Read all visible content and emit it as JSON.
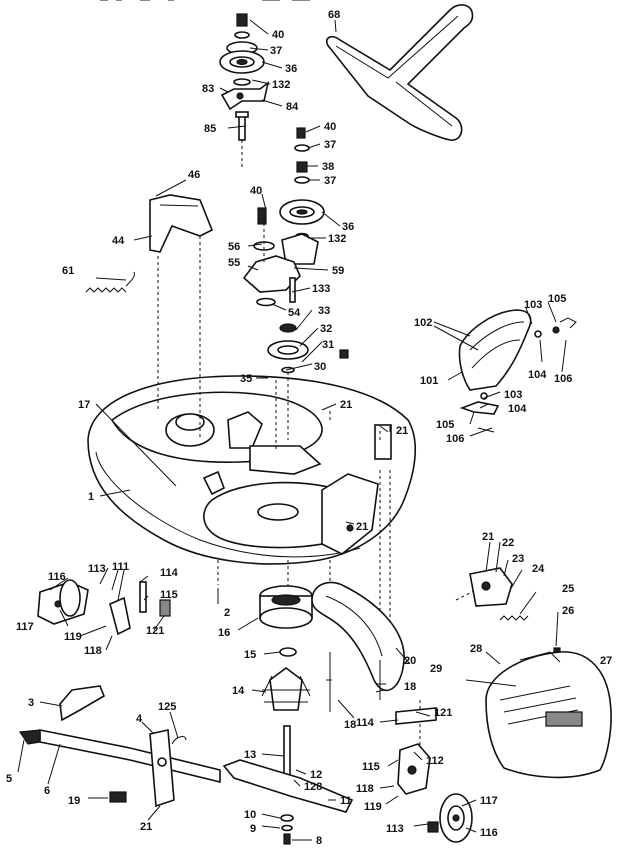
{
  "callouts": [
    {
      "id": "c40a",
      "text": "40"
    },
    {
      "id": "c37a",
      "text": "37"
    },
    {
      "id": "c36a",
      "text": "36"
    },
    {
      "id": "c132a",
      "text": "132"
    },
    {
      "id": "c83",
      "text": "83"
    },
    {
      "id": "c84",
      "text": "84"
    },
    {
      "id": "c85",
      "text": "85"
    },
    {
      "id": "c68",
      "text": "68"
    },
    {
      "id": "c40b",
      "text": "40"
    },
    {
      "id": "c37b",
      "text": "37"
    },
    {
      "id": "c38",
      "text": "38"
    },
    {
      "id": "c37c",
      "text": "37"
    },
    {
      "id": "c36b",
      "text": "36"
    },
    {
      "id": "c132b",
      "text": "132"
    },
    {
      "id": "c40c",
      "text": "40"
    },
    {
      "id": "c46",
      "text": "46"
    },
    {
      "id": "c44",
      "text": "44"
    },
    {
      "id": "c56",
      "text": "56"
    },
    {
      "id": "c55",
      "text": "55"
    },
    {
      "id": "c59",
      "text": "59"
    },
    {
      "id": "c133",
      "text": "133"
    },
    {
      "id": "c54",
      "text": "54"
    },
    {
      "id": "c33",
      "text": "33"
    },
    {
      "id": "c32",
      "text": "32"
    },
    {
      "id": "c31",
      "text": "31"
    },
    {
      "id": "c30",
      "text": "30"
    },
    {
      "id": "c35",
      "text": "35"
    },
    {
      "id": "c61",
      "text": "61"
    },
    {
      "id": "c102",
      "text": "102"
    },
    {
      "id": "c103a",
      "text": "103"
    },
    {
      "id": "c105a",
      "text": "105"
    },
    {
      "id": "c101",
      "text": "101"
    },
    {
      "id": "c104a",
      "text": "104"
    },
    {
      "id": "c106a",
      "text": "106"
    },
    {
      "id": "c103b",
      "text": "103"
    },
    {
      "id": "c104b",
      "text": "104"
    },
    {
      "id": "c105b",
      "text": "105"
    },
    {
      "id": "c106b",
      "text": "106"
    },
    {
      "id": "c17",
      "text": "17"
    },
    {
      "id": "c21a",
      "text": "21"
    },
    {
      "id": "c21b",
      "text": "21"
    },
    {
      "id": "c1",
      "text": "1"
    },
    {
      "id": "c21c",
      "text": "21"
    },
    {
      "id": "c21d",
      "text": "21"
    },
    {
      "id": "c22",
      "text": "22"
    },
    {
      "id": "c23",
      "text": "23"
    },
    {
      "id": "c24",
      "text": "24"
    },
    {
      "id": "c25",
      "text": "25"
    },
    {
      "id": "c26",
      "text": "26"
    },
    {
      "id": "c113a",
      "text": "113"
    },
    {
      "id": "c111",
      "text": "111"
    },
    {
      "id": "c116a",
      "text": "116"
    },
    {
      "id": "c114a",
      "text": "114"
    },
    {
      "id": "c115a",
      "text": "115"
    },
    {
      "id": "c117a",
      "text": "117"
    },
    {
      "id": "c119a",
      "text": "119"
    },
    {
      "id": "c121a",
      "text": "121"
    },
    {
      "id": "c118a",
      "text": "118"
    },
    {
      "id": "c2",
      "text": "2"
    },
    {
      "id": "c16",
      "text": "16"
    },
    {
      "id": "c15",
      "text": "15"
    },
    {
      "id": "c14",
      "text": "14"
    },
    {
      "id": "c28",
      "text": "28"
    },
    {
      "id": "c27",
      "text": "27"
    },
    {
      "id": "c20",
      "text": "20"
    },
    {
      "id": "c29",
      "text": "29"
    },
    {
      "id": "c18a",
      "text": "18"
    },
    {
      "id": "c18b",
      "text": "18"
    },
    {
      "id": "c3",
      "text": "3"
    },
    {
      "id": "c4",
      "text": "4"
    },
    {
      "id": "c125",
      "text": "125"
    },
    {
      "id": "c5",
      "text": "5"
    },
    {
      "id": "c6",
      "text": "6"
    },
    {
      "id": "c19",
      "text": "19"
    },
    {
      "id": "c21e",
      "text": "21"
    },
    {
      "id": "c13",
      "text": "13"
    },
    {
      "id": "c12",
      "text": "12"
    },
    {
      "id": "c128",
      "text": "128"
    },
    {
      "id": "c11",
      "text": "11"
    },
    {
      "id": "c10",
      "text": "10"
    },
    {
      "id": "c9",
      "text": "9"
    },
    {
      "id": "c8",
      "text": "8"
    },
    {
      "id": "c114b",
      "text": "114"
    },
    {
      "id": "c121b",
      "text": "121"
    },
    {
      "id": "c115b",
      "text": "115"
    },
    {
      "id": "c112",
      "text": "112"
    },
    {
      "id": "c118b",
      "text": "118"
    },
    {
      "id": "c119b",
      "text": "119"
    },
    {
      "id": "c117b",
      "text": "117"
    },
    {
      "id": "c113b",
      "text": "113"
    },
    {
      "id": "c116b",
      "text": "116"
    }
  ]
}
